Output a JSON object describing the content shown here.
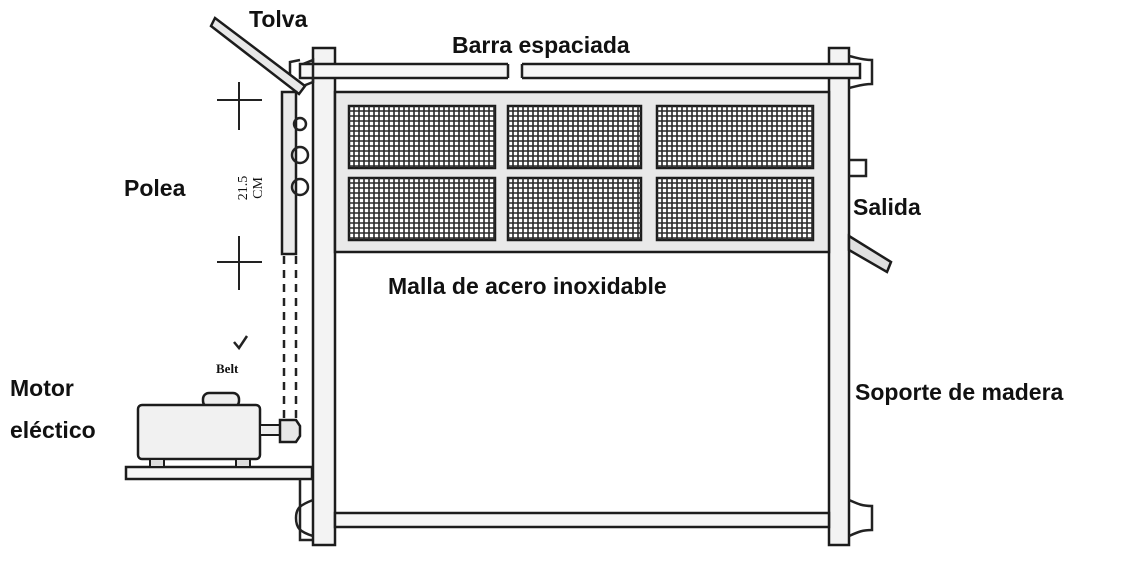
{
  "labels": {
    "tolva": "Tolva",
    "barra": "Barra espaciada",
    "polea": "Polea",
    "salida": "Salida",
    "malla": "Malla de acero inoxidable",
    "motor_line1": "Motor",
    "motor_line2": "eléctico",
    "soporte": "Soporte de madera",
    "belt": "Belt",
    "dimension_value": "21.5",
    "dimension_unit": "CM"
  },
  "mesh": {
    "rows": 2,
    "cols": 3
  }
}
